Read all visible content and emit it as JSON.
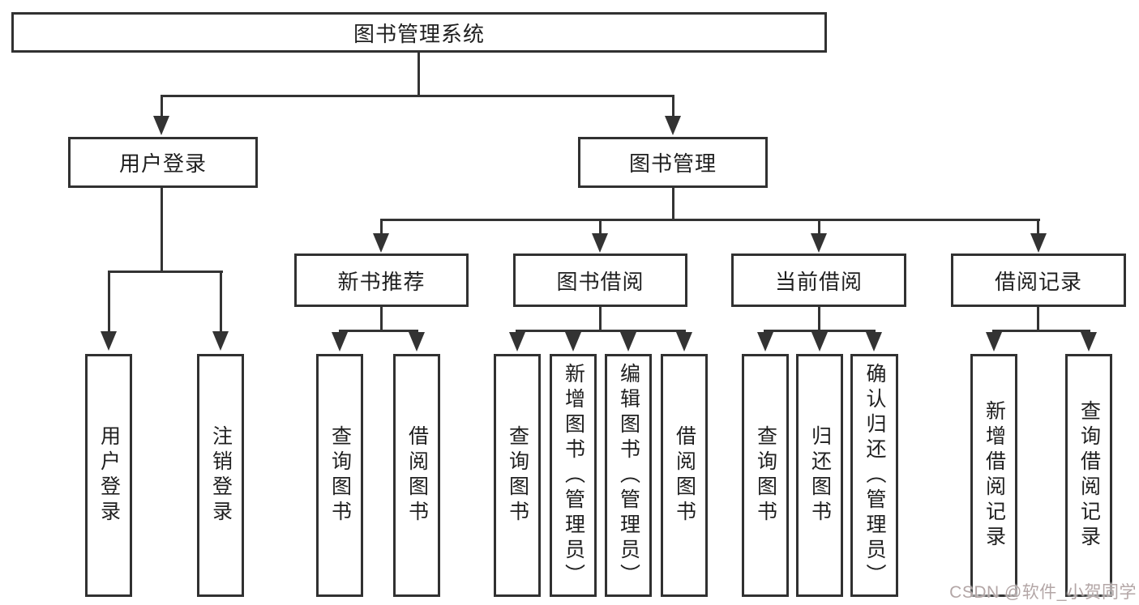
{
  "colors": {
    "line": "#333333",
    "box_border": "#313131",
    "text": "#1f1f1f",
    "watermark": "#b3a6a6"
  },
  "watermark": {
    "text": "CSDN @软件_小贺同学"
  },
  "tree": {
    "root": "图书管理系统",
    "branches": [
      {
        "label": "用户登录",
        "children": [
          "用户登录",
          "注销登录"
        ]
      },
      {
        "label": "图书管理",
        "groups": [
          {
            "label": "新书推荐",
            "children": [
              "查询图书",
              "借阅图书"
            ]
          },
          {
            "label": "图书借阅",
            "children": [
              "查询图书",
              "新增图书（管理员）",
              "编辑图书（管理员）",
              "借阅图书"
            ]
          },
          {
            "label": "当前借阅",
            "children": [
              "查询图书",
              "归还图书",
              "确认归还（管理员）"
            ]
          },
          {
            "label": "借阅记录",
            "children": [
              "新增借阅记录",
              "查询借阅记录"
            ]
          }
        ]
      }
    ]
  }
}
